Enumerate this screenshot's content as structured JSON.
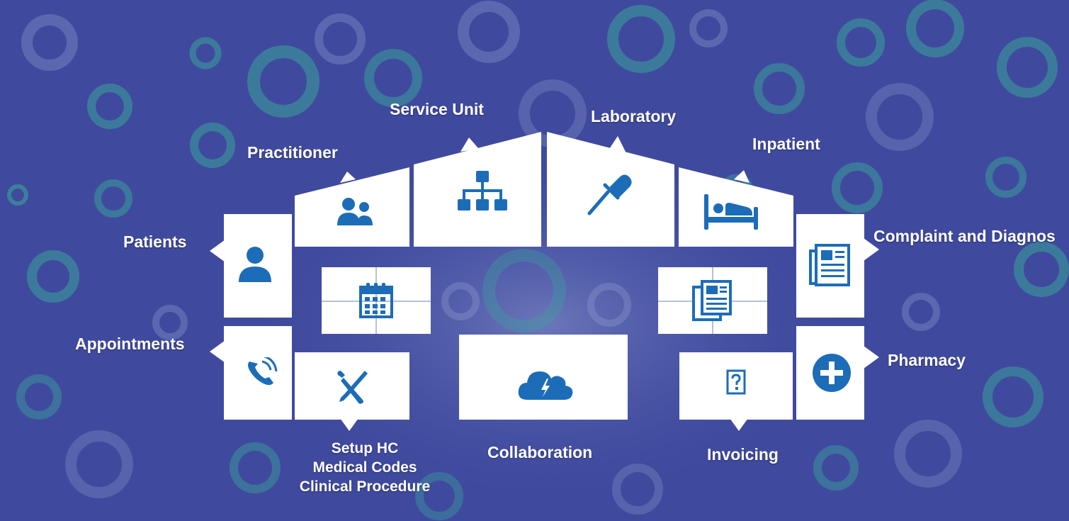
{
  "modules": {
    "patients": "Patients",
    "appointments": "Appointments",
    "practitioner": "Practitioner",
    "service_unit": "Service Unit",
    "laboratory": "Laboratory",
    "inpatient": "Inpatient",
    "complaint": "Complaint and Diagnos",
    "pharmacy": "Pharmacy",
    "setup_lines": [
      "Setup HC",
      "Medical Codes",
      "Clinical Procedure"
    ],
    "collaboration": "Collaboration",
    "invoicing": "Invoicing"
  },
  "icons": {
    "patients": "user-icon",
    "appointments": "phone-call-icon",
    "practitioner": "users-icon",
    "service_unit": "org-chart-icon",
    "laboratory": "dropper-icon",
    "inpatient": "bed-icon",
    "complaint": "newspaper-icon",
    "pharmacy": "plus-circle-icon",
    "setup": "tools-icon",
    "collaboration": "cloud-bolt-icon",
    "invoicing": "question-file-icon",
    "calendar": "calendar-icon",
    "records": "documents-icon"
  },
  "colors": {
    "background": "#3f4a9e",
    "tile": "#ffffff",
    "icon": "#1d6cb8",
    "ring_teal": "#3aa39a",
    "ring_light": "#8fa1cf"
  }
}
